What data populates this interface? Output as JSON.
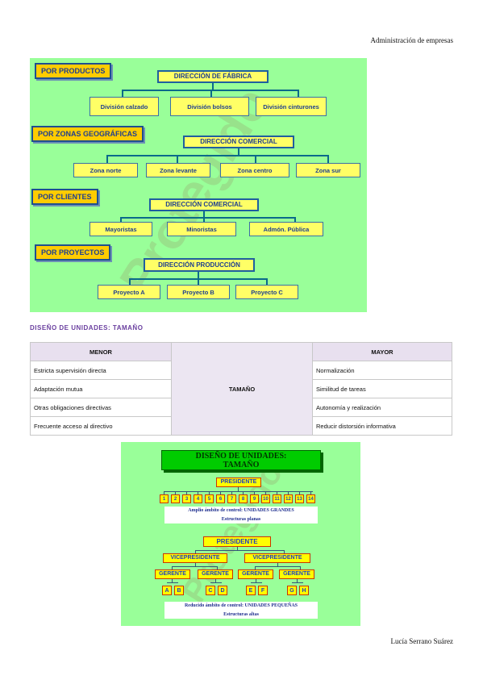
{
  "header": {
    "subject": "Administración de empresas"
  },
  "footer": {
    "author": "Lucía Serrano Suárez"
  },
  "figure1": {
    "watermark": "Protegido",
    "sections": {
      "productos": {
        "tag": "POR PRODUCTOS",
        "head": "DIRECCIÓN DE FÁBRICA",
        "items": [
          "División calzado",
          "División bolsos",
          "División cinturones"
        ]
      },
      "zonas": {
        "tag": "POR ZONAS GEOGRÁFICAS",
        "head": "DIRECCIÓN COMERCIAL",
        "items": [
          "Zona norte",
          "Zona levante",
          "Zona centro",
          "Zona sur"
        ]
      },
      "clientes": {
        "tag": "POR CLIENTES",
        "head": "DIRECCIÓN COMERCIAL",
        "items": [
          "Mayoristas",
          "Minoristas",
          "Admón. Pública"
        ]
      },
      "proyectos": {
        "tag": "POR PROYECTOS",
        "head": "DIRECCIÓN PRODUCCIÓN",
        "items": [
          "Proyecto A",
          "Proyecto B",
          "Proyecto C"
        ]
      }
    }
  },
  "section_title": "DISEÑO DE UNIDADES: TAMAÑO",
  "table": {
    "left_header": "MENOR",
    "right_header": "MAYOR",
    "center": "TAMAÑO",
    "left": [
      "Estricta supervisión directa",
      "Adaptación mutua",
      "Otras obligaciones directivas",
      "Frecuente acceso al directivo"
    ],
    "right": [
      "Normalización",
      "Similitud de tareas",
      "Autonomía y realización",
      "Reducir distorsión informativa"
    ]
  },
  "figure2": {
    "watermark": "Protegido",
    "banner_line1": "DISEÑO DE UNIDADES:",
    "banner_line2": "TAMAÑO",
    "top_head": "PRESIDENTE",
    "numbers": [
      "1",
      "2",
      "3",
      "4",
      "5",
      "6",
      "7",
      "8",
      "9",
      "10",
      "11",
      "12",
      "13",
      "14"
    ],
    "top_caption1": "Amplio ámbito de control: UNIDADES GRANDES",
    "top_caption2": "Estructuras planas",
    "bottom_head": "PRESIDENTE",
    "vp": [
      "VICEPRESIDENTE",
      "VICEPRESIDENTE"
    ],
    "gerente": [
      "GERENTE",
      "GERENTE",
      "GERENTE",
      "GERENTE"
    ],
    "letters": [
      "A",
      "B",
      "C",
      "D",
      "E",
      "F",
      "G",
      "H"
    ],
    "bottom_caption1": "Reducido ámbito de control: UNIDADES PEQUEÑAS",
    "bottom_caption2": "Estructuras altas"
  }
}
